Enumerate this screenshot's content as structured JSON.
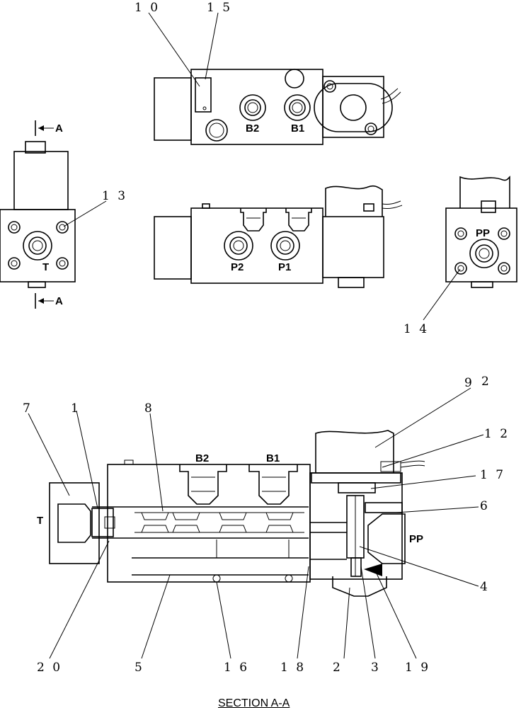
{
  "callouts": {
    "c1": "1",
    "c2": "2",
    "c2b": "2",
    "c3": "3",
    "c4": "4",
    "c5": "5",
    "c6": "6",
    "c7": "7",
    "c8": "8",
    "c9": "9",
    "c10": "1 0",
    "c12": "1 2",
    "c13": "1 3",
    "c14": "1 4",
    "c15": "1 5",
    "c16": "1 6",
    "c17": "1 7",
    "c18": "1 8",
    "c19": "1 9",
    "c20": "2 0"
  },
  "ports": {
    "b2_top": "B2",
    "b1_top": "B1",
    "p2": "P2",
    "p1": "P1",
    "pp_right": "PP",
    "t_left": "T",
    "b2_section": "B2",
    "b1_section": "B1",
    "t_section": "T",
    "pp_section": "PP"
  },
  "section_marks": {
    "upper": "A",
    "lower": "A"
  },
  "section_title": "SECTION  A-A"
}
